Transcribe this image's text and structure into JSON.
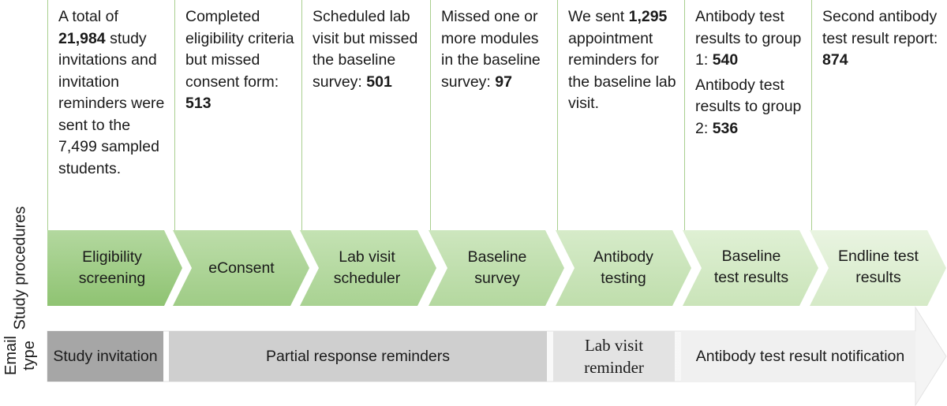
{
  "axis_labels": {
    "study_procedures": "Study procedures",
    "email_type": "Email type"
  },
  "procedures": [
    {
      "label": "Eligibility screening",
      "description": {
        "before": "A total of ",
        "bold": "21,984",
        "after": " study invitations and invitation reminders were sent to the 7,499 sampled students."
      }
    },
    {
      "label": "eConsent",
      "description": {
        "before": "Completed eligibility criteria but missed consent form:  ",
        "bold": "513",
        "after": ""
      }
    },
    {
      "label": "Lab visit scheduler",
      "description": {
        "before": "Scheduled lab visit but missed the baseline survey: ",
        "bold": "501",
        "after": ""
      }
    },
    {
      "label": "Baseline survey",
      "description": {
        "before": "Missed one or more modules in the baseline survey: ",
        "bold": "97",
        "after": ""
      }
    },
    {
      "label": "Antibody testing",
      "description": {
        "before": "We sent ",
        "bold": "1,295",
        "after": " appointment reminders for the baseline lab visit."
      }
    },
    {
      "label": "Baseline test results",
      "description": {
        "before": "Antibody test results to group 1:  ",
        "bold": "540",
        "after": "",
        "before2": "Antibody test results to group 2:  ",
        "bold2": "536"
      }
    },
    {
      "label": "Endline test results",
      "description": {
        "before": "Second antibody test result report: ",
        "bold": "874",
        "after": ""
      }
    }
  ],
  "email_types": [
    {
      "label": "Study invitation"
    },
    {
      "label": "Partial response reminders"
    },
    {
      "label": "Lab visit reminder"
    },
    {
      "label": "Antibody test result notification"
    }
  ],
  "colors": {
    "chevron_dark": "#9ccc84",
    "chevron_light": "#e6f1dd",
    "callout_border": "#a9cf8f",
    "email_dark": "#a6a6a6",
    "email_light": "#f2f2f2"
  }
}
